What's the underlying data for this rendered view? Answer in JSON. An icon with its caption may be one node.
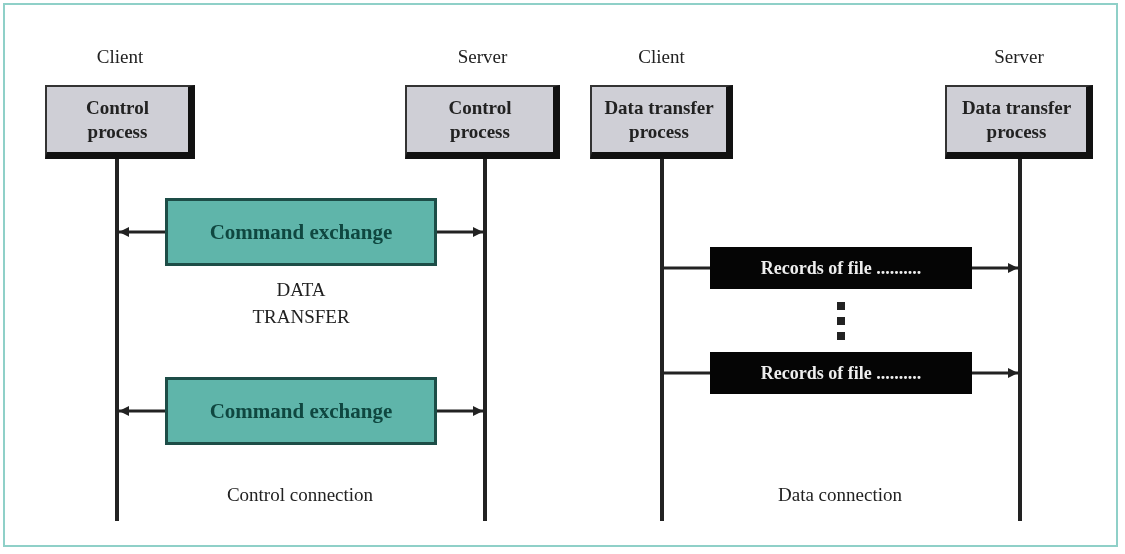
{
  "diagram": {
    "nodes": [
      {
        "text": [
          "Client",
          "Control process"
        ]
      },
      {
        "text": [
          "Server",
          "Control process"
        ]
      },
      {
        "text": [
          "Client",
          "Data transfer process"
        ]
      },
      {
        "text": [
          "Server",
          "Data transfer process"
        ]
      },
      {
        "text": [],
        "shape": "bar"
      },
      {
        "text": [],
        "shape": "bar"
      },
      {
        "text": [],
        "shape": "bar"
      },
      {
        "text": [],
        "shape": "bar"
      },
      {
        "text": [
          "Command exchange"
        ]
      },
      {
        "text": [
          "Command exchange"
        ]
      },
      {
        "text": [
          "Records of file .........."
        ]
      },
      {
        "text": [
          "Records of file .........."
        ]
      }
    ],
    "edges": [
      {
        "from": 8,
        "to": 4,
        "arrow": "to"
      },
      {
        "from": 8,
        "to": 5,
        "arrow": "to"
      },
      {
        "from": 9,
        "to": 4,
        "arrow": "to"
      },
      {
        "from": 9,
        "to": 5,
        "arrow": "to"
      },
      {
        "from": 6,
        "to": 10,
        "arrow": "none"
      },
      {
        "from": 10,
        "to": 7,
        "arrow": "to"
      },
      {
        "from": 6,
        "to": 11,
        "arrow": "none"
      },
      {
        "from": 11,
        "to": 7,
        "arrow": "to"
      }
    ],
    "labels": [
      "DATA TRANSFER",
      "Control connection",
      "Data connection"
    ]
  }
}
